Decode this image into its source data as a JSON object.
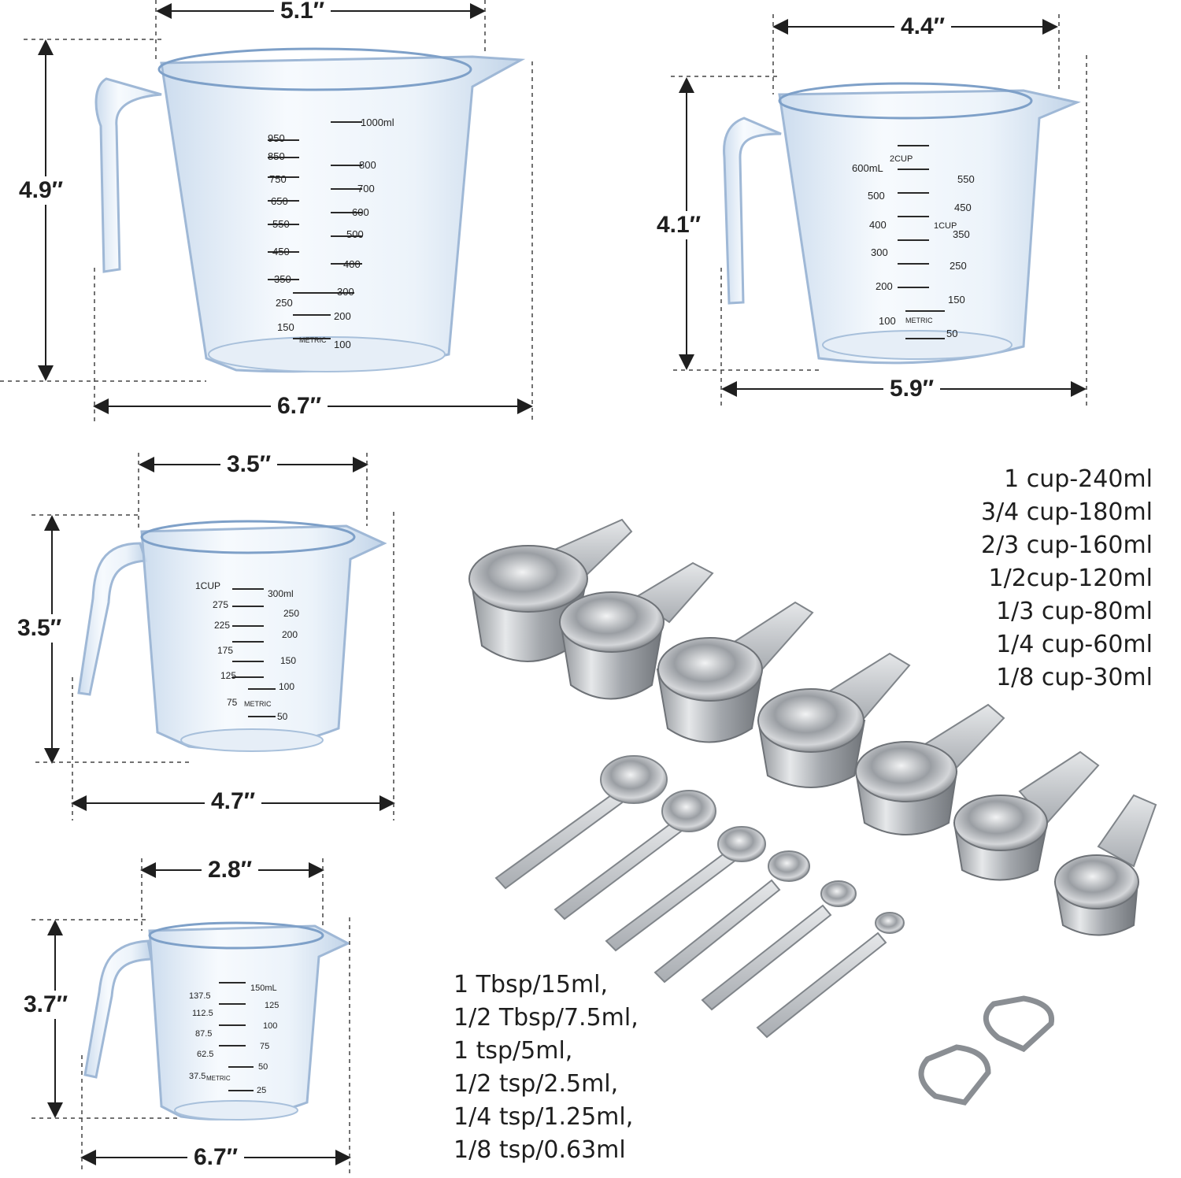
{
  "jugs": [
    {
      "name": "jug-large",
      "top_width": "5.1″",
      "height": "4.9″",
      "base_width": "6.7″"
    },
    {
      "name": "jug-medium",
      "top_width": "4.4″",
      "height": "4.1″",
      "base_width": "5.9″"
    },
    {
      "name": "jug-small",
      "top_width": "3.5″",
      "height": "3.5″",
      "base_width": "4.7″"
    },
    {
      "name": "jug-mini",
      "top_width": "2.8″",
      "height": "3.7″",
      "base_width": "6.7″"
    }
  ],
  "measuring_cups": [
    "1 cup-240ml",
    "3/4 cup-180ml",
    "2/3 cup-160ml",
    "1/2cup-120ml",
    "1/3 cup-80ml",
    "1/4 cup-60ml",
    "1/8 cup-30ml"
  ],
  "measuring_spoons": [
    "1 Tbsp/15ml,",
    "1/2 Tbsp/7.5ml,",
    "1 tsp/5ml,",
    "1/2 tsp/2.5ml,",
    "1/4 tsp/1.25ml,",
    "1/8 tsp/0.63ml"
  ],
  "jug_markings": {
    "large": [
      "950",
      "850",
      "750",
      "650",
      "550",
      "450",
      "350",
      "250",
      "150",
      "1000ml",
      "800",
      "700",
      "600",
      "500",
      "400",
      "300",
      "200",
      "100",
      "METRIC"
    ],
    "medium": [
      "600mL",
      "500",
      "400",
      "300",
      "200",
      "100",
      "550",
      "450",
      "350",
      "250",
      "150",
      "50",
      "METRIC",
      "2CUP",
      "1CUP"
    ],
    "small": [
      "1CUP",
      "275",
      "225",
      "175",
      "125",
      "75",
      "300ml",
      "250",
      "200",
      "150",
      "100",
      "50",
      "METRIC"
    ],
    "mini": [
      "137.5",
      "112.5",
      "87.5",
      "62.5",
      "37.5",
      "150mL",
      "125",
      "100",
      "75",
      "50",
      "25",
      "METRIC"
    ]
  },
  "colors": {
    "plastic": "#d9e6f2",
    "plastic_edge": "#9fb8d6",
    "steel": "#b9bcc0",
    "steel_dark": "#7b7f84",
    "dim_line": "#1f1f1f"
  }
}
